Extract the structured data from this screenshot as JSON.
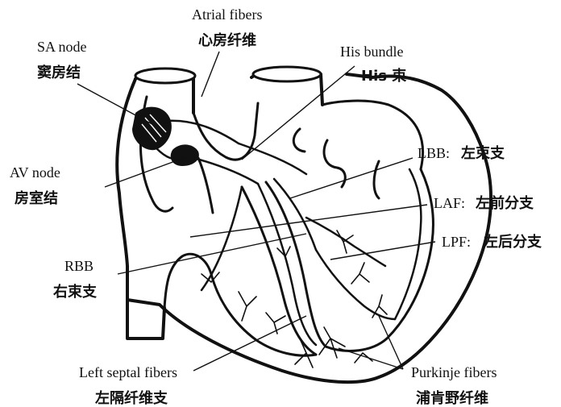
{
  "labels": {
    "sa_node": {
      "en": "SA node",
      "zh": "窦房结"
    },
    "atrial": {
      "en": "Atrial fibers",
      "zh": "心房纤维"
    },
    "his": {
      "en": "His bundle",
      "zh": "His  束"
    },
    "av_node": {
      "en": "AV node",
      "zh": "房室结"
    },
    "lbb": {
      "en": "LBB:",
      "zh": "左束支"
    },
    "laf": {
      "en": "LAF:",
      "zh": "左前分支"
    },
    "lpf": {
      "en": "LPF:",
      "zh": "左后分支"
    },
    "rbb": {
      "en": "RBB",
      "zh": "右束支"
    },
    "left_septal": {
      "en": "Left septal fibers",
      "zh": "左隔纤维支"
    },
    "purkinje": {
      "en": "Purkinje fibers",
      "zh": "浦肯野纤维"
    }
  }
}
